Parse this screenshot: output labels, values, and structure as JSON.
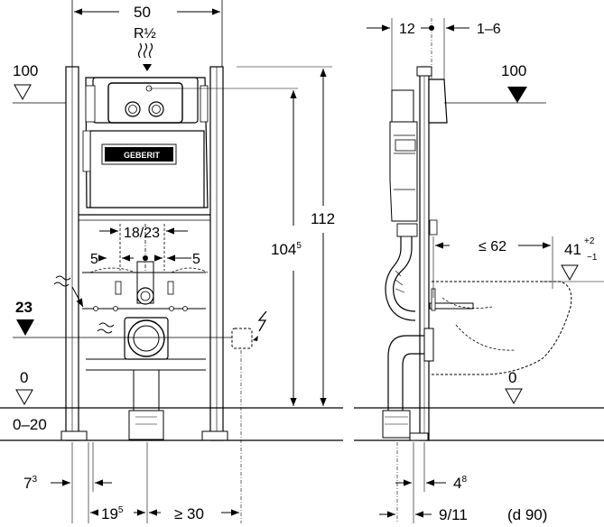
{
  "front_view": {
    "frame_width": "50",
    "water_connection": "R½",
    "brand_logo": "GEBERIT",
    "level_top": "100",
    "level_23": "23",
    "level_0": "0",
    "floor_range": "0–20",
    "height_total": "112",
    "height_104_main": "104",
    "height_104_sup": "5",
    "pipe_spacing": "18/23",
    "offset_left": "5",
    "offset_right": "5",
    "side_offset_main": "7",
    "side_offset_sup": "3",
    "bottom_dim_main": "19",
    "bottom_dim_sup": "5",
    "bottom_min": "≥ 30"
  },
  "side_view": {
    "depth_12": "12",
    "depth_adjust": "1–6",
    "level_top": "100",
    "projection": "≤ 62",
    "bowl_height": "41",
    "tol_plus": "+2",
    "tol_minus": "−1",
    "level_0": "0",
    "bottom_4_main": "4",
    "bottom_4_sup": "8",
    "pipe_size": "9/11",
    "pipe_diameter": "(d 90)"
  }
}
